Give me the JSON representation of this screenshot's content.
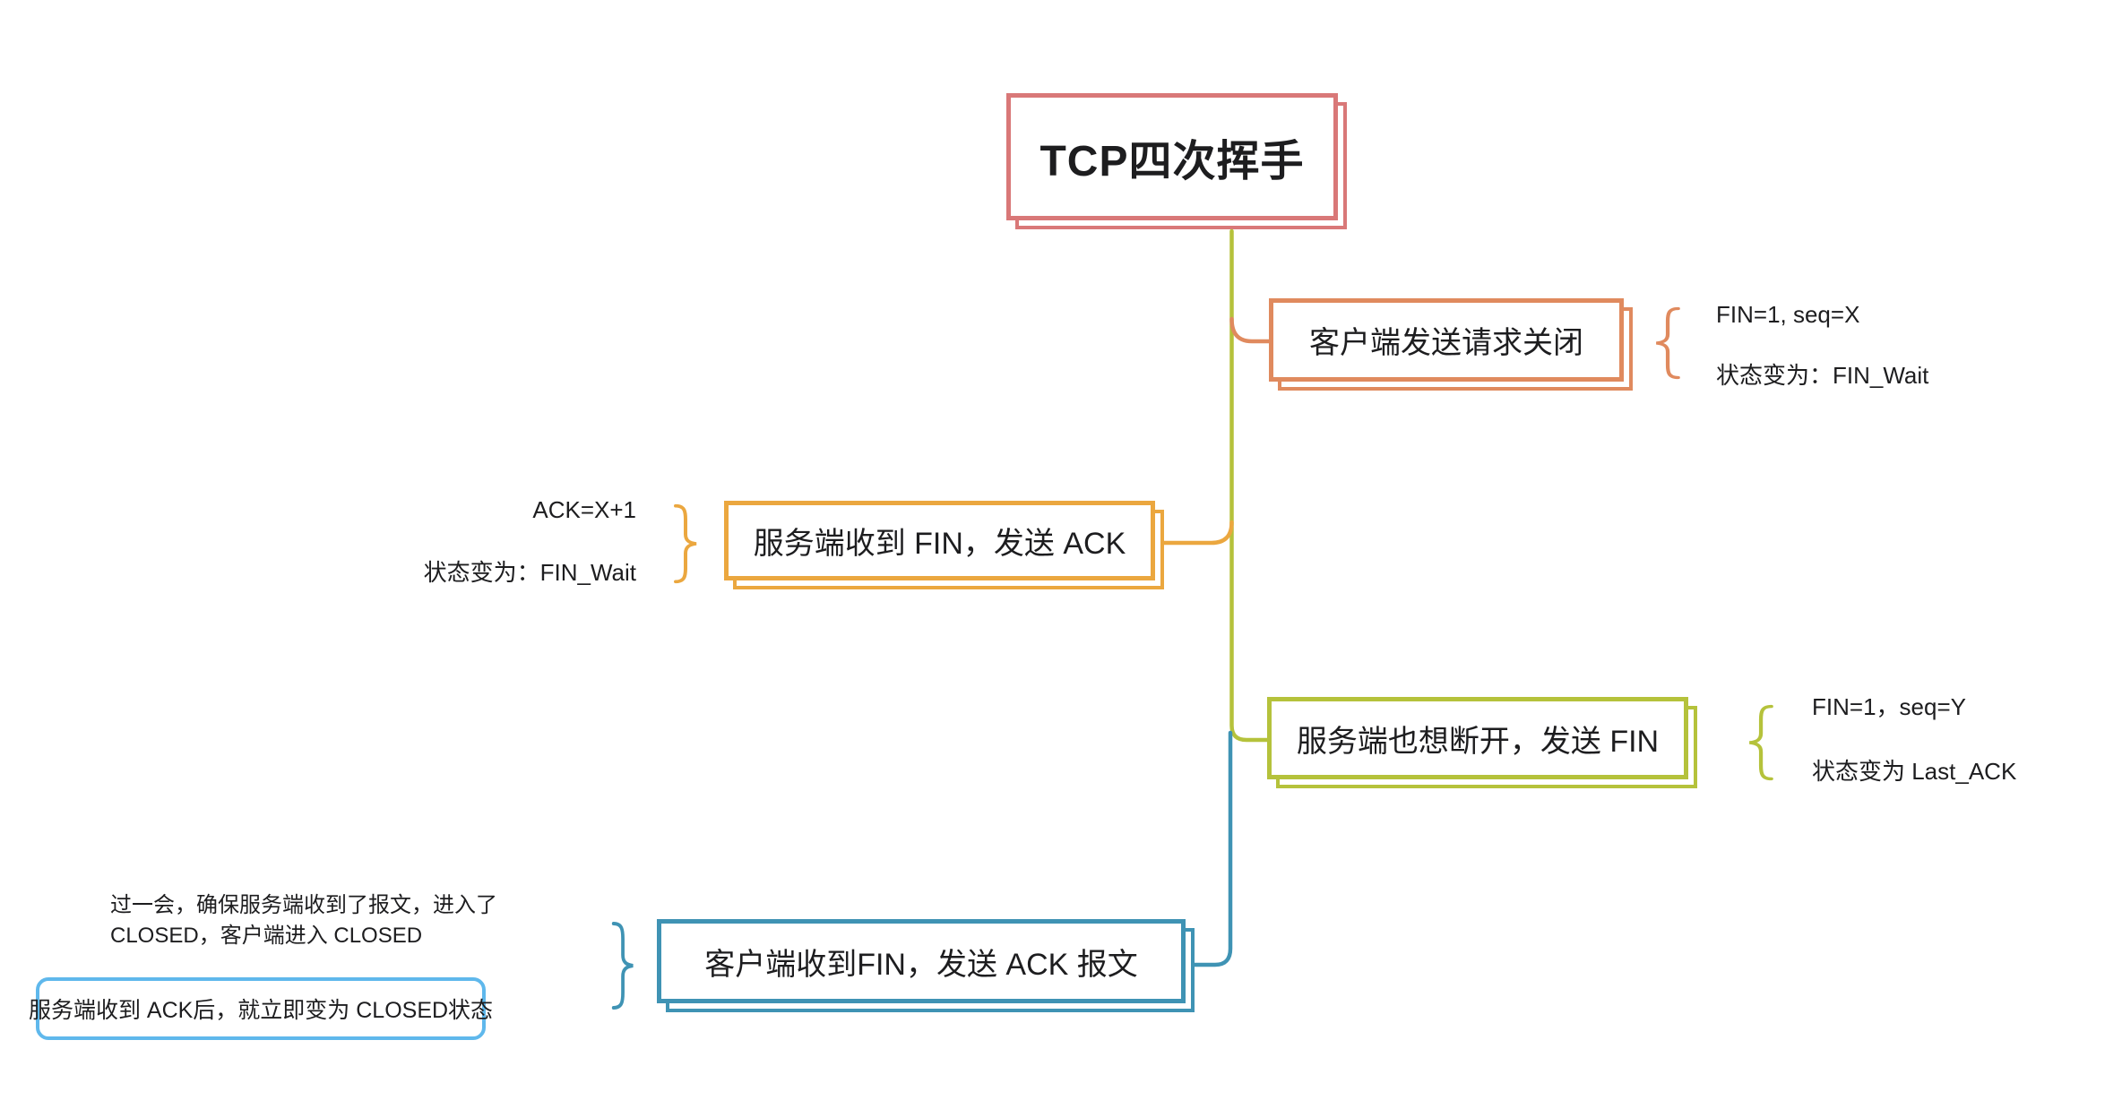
{
  "title": {
    "text": "TCP四次挥手",
    "color": "#d97878"
  },
  "trunk": {
    "upper_color": "#b5c23b",
    "lower_color": "#3f93b4"
  },
  "branches": [
    {
      "label": "客户端发送请求关闭",
      "color": "#e08a5e",
      "side": "right",
      "annotations": [
        "FIN=1, seq=X",
        "状态变为：FIN_Wait"
      ]
    },
    {
      "label": "服务端收到 FIN，发送 ACK",
      "color": "#eba73f",
      "side": "left",
      "annotations": [
        "ACK=X+1",
        "状态变为：FIN_Wait"
      ]
    },
    {
      "label": "服务端也想断开，发送 FIN",
      "color": "#b5c23b",
      "side": "right",
      "annotations": [
        "FIN=1，seq=Y",
        "状态变为 Last_ACK"
      ]
    },
    {
      "label": "客户端收到FIN，发送 ACK 报文",
      "color": "#3f93b4",
      "side": "left",
      "annotations": [
        "过一会，确保服务端收到了报文，进入了",
        "CLOSED，客户端进入 CLOSED"
      ],
      "note": {
        "text": "服务端收到 ACK后，就立即变为 CLOSED状态",
        "color": "#5fb8ec"
      }
    }
  ]
}
